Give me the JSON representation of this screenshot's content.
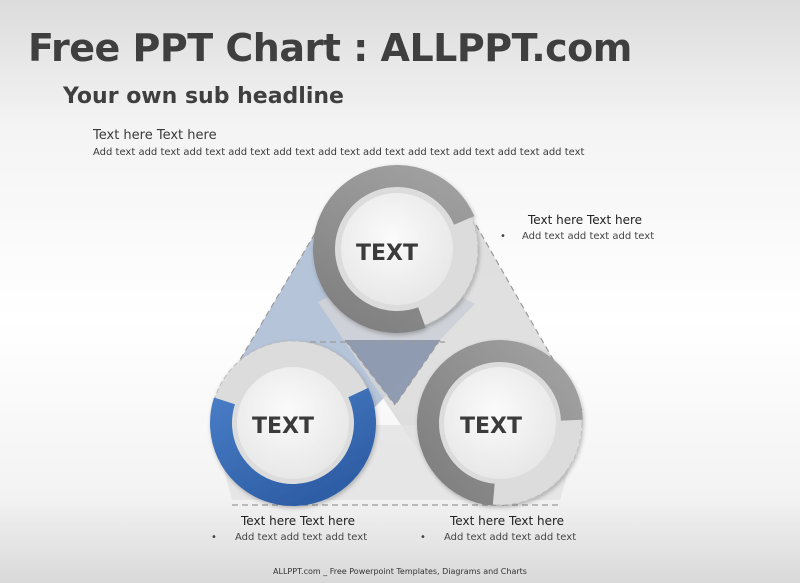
{
  "title": "Free PPT Chart : ALLPPT.com",
  "subtitle": "Your own sub headline",
  "intro": {
    "heading": "Text here Text here",
    "body": "Add text add text add text add text add text add text add text add text add text add text add text"
  },
  "circles": [
    {
      "label": "TEXT",
      "color": "#8f8f8f"
    },
    {
      "label": "TEXT",
      "color": "#3e72bb"
    },
    {
      "label": "TEXT",
      "color": "#9b9b9b"
    }
  ],
  "callouts": [
    {
      "heading": "Text here Text here",
      "body": "Add text add text add text"
    },
    {
      "heading": "Text here Text here",
      "body": "Add text add text add text"
    },
    {
      "heading": "Text here Text here",
      "body": "Add text add text add text"
    }
  ],
  "footer": "ALLPPT.com _ Free Powerpoint Templates, Diagrams and Charts",
  "colors": {
    "title": "#3f3f3f",
    "accent_blue": "#3e72bb",
    "band_blue": "#a9bad2",
    "band_gray": "#d9d9d9"
  }
}
